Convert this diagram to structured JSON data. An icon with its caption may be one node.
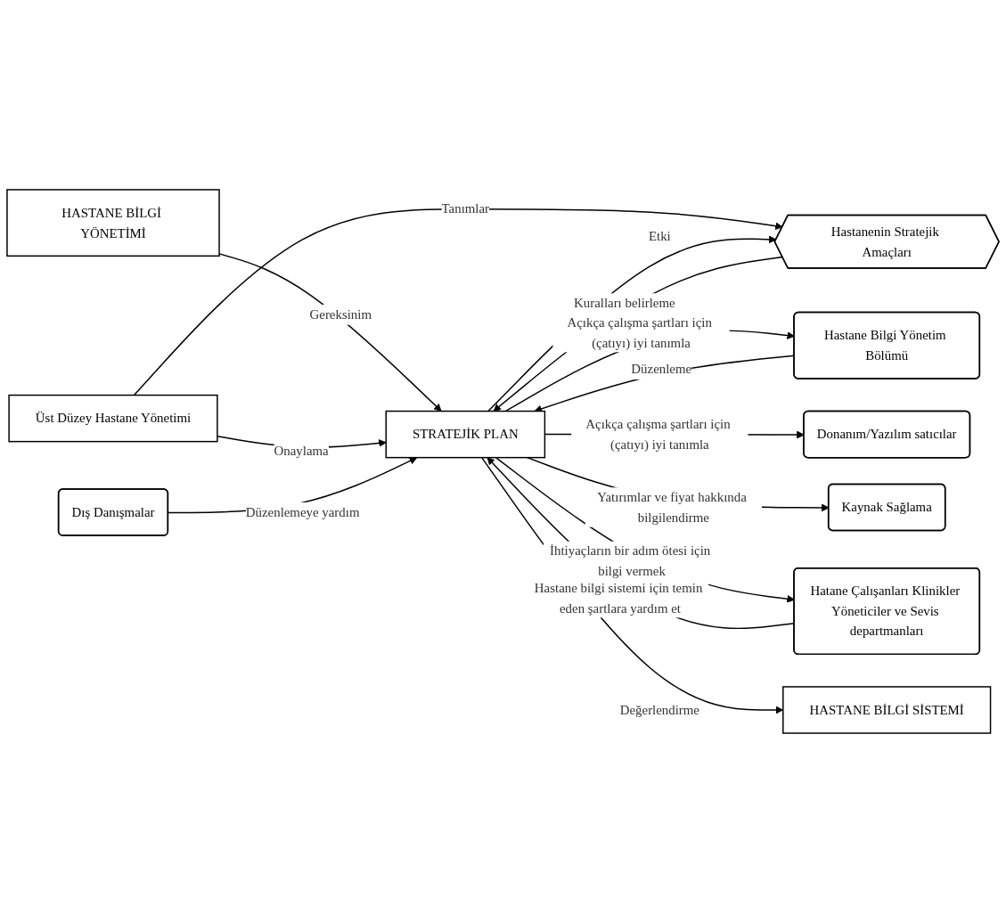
{
  "diagram": {
    "nodes": [
      {
        "text": [
          "HASTANE BİLGİ YÖNETİMİ"
        ]
      },
      {
        "text": [
          "STRATEJİK PLAN"
        ]
      },
      {
        "text": [
          "Üst Düzey Hastane Yönetimi"
        ]
      },
      {
        "text": [
          "Dış Danışmalar"
        ]
      },
      {
        "text": [
          "Hastanenin Stratejik Amaçları"
        ]
      },
      {
        "text": [
          "Hastane Bilgi Yönetim Bölümü"
        ]
      },
      {
        "text": [
          "Donanım/Yazılım satıcılar"
        ]
      },
      {
        "text": [
          "Kaynak Sağlama"
        ]
      },
      {
        "text": [
          "Hatane Çalışanları Klinikler Yöneticiler ve Sevis departmanları"
        ]
      },
      {
        "text": [
          "HASTANE BİLGİ SİSTEMİ"
        ]
      }
    ],
    "edges": [
      {
        "from": 0,
        "to": 1,
        "arrow": "to",
        "label": "Gereksinim"
      },
      {
        "from": 2,
        "to": 1,
        "arrow": "to",
        "label": "Onaylama"
      },
      {
        "from": 3,
        "to": 1,
        "arrow": "to",
        "label": "Düzenlemeye yardım"
      },
      {
        "from": 2,
        "to": 4,
        "arrow": "to",
        "label": "Tanımlar"
      },
      {
        "from": 5,
        "to": 1,
        "arrow": "to",
        "label": "Düzenleme"
      },
      {
        "from": 1,
        "to": 4,
        "arrow": "to",
        "label": "Etki"
      },
      {
        "from": 1,
        "to": 5,
        "arrow": "to",
        "label": "Açıkça çalışma şartları için (çatıyı) iyi tanımla"
      },
      {
        "from": 4,
        "to": 1,
        "arrow": "to",
        "label": "Kuralları belirleme"
      },
      {
        "from": 1,
        "to": 6,
        "arrow": "to",
        "label": "Açıkça çalışma şartları için (çatıyı) iyi tanımla"
      },
      {
        "from": 1,
        "to": 7,
        "arrow": "to",
        "label": "Yatırımlar ve fiyat hakkında bilgilendirme"
      },
      {
        "from": 8,
        "to": 1,
        "arrow": "to",
        "label": "Hastane bilgi sistemi için temin eden şartlara yardım et"
      },
      {
        "from": 1,
        "to": 8,
        "arrow": "to",
        "label": "İhtiyaçların bir adım ötesi için bilgi vermek"
      },
      {
        "from": 1,
        "to": 9,
        "arrow": "to",
        "label": "Değerlendirme"
      }
    ]
  }
}
